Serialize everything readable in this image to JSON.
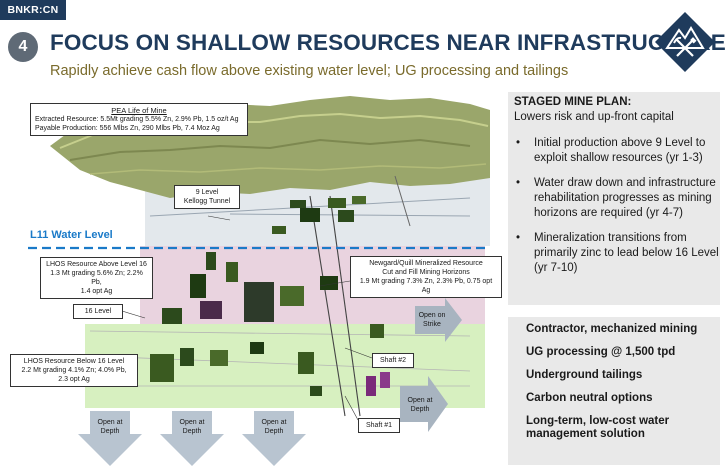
{
  "header": {
    "ticker": "BNKR:CN",
    "slide_number": "4",
    "title": "FOCUS ON SHALLOW RESOURCES NEAR INFRASTRUCTURE",
    "subtitle": "Rapidly achieve cash flow above existing water level; UG processing and tailings"
  },
  "diagram": {
    "pea_box": {
      "title": "PEA Life of Mine",
      "line1": "Extracted Resource: 5.5Mt grading 5.5% Zn, 2.9% Pb, 1.5 oz/t Ag",
      "line2": "Payable Production: 556 Mlbs Zn, 290 Mlbs Pb, 7.4 Moz Ag"
    },
    "kellogg_box": {
      "line1": "9 Level",
      "line2": "Kellogg Tunnel"
    },
    "water_level": "L11 Water Level",
    "lhos_above": {
      "line1": "LHOS Resource Above Level 16",
      "line2": "1.3 Mt grading 5.6% Zn; 2.2% Pb,",
      "line3": "1.4 opt Ag"
    },
    "newgard": {
      "line1": "Newgard/Quill Mineralized Resource",
      "line2": "Cut and Fill Mining Horizons",
      "line3": "1.9 Mt grading 7.3% Zn, 2.3% Pb, 0.75 opt Ag"
    },
    "level16": "16 Level",
    "lhos_below": {
      "line1": "LHOS Resource Below 16 Level",
      "line2": "2.2 Mt grading 4.1% Zn; 4.0% Pb,",
      "line3": "2.3 opt Ag"
    },
    "shaft2": "Shaft #2",
    "shaft1": "Shaft #1",
    "open_strike": {
      "line1": "Open on",
      "line2": "Strike"
    },
    "open_depth_right": {
      "line1": "Open at",
      "line2": "Depth"
    },
    "open_depth_arrows": [
      {
        "line1": "Open at",
        "line2": "Depth"
      },
      {
        "line1": "Open at",
        "line2": "Depth"
      },
      {
        "line1": "Open at",
        "line2": "Depth"
      }
    ]
  },
  "plan": {
    "heading": "STAGED MINE PLAN:",
    "subheading": "Lowers risk and up-front capital",
    "items": [
      "Initial production above 9 Level to exploit shallow resources (yr 1-3)",
      "Water draw down and infrastructure rehabilitation progresses as mining horizons are required (yr 4-7)",
      "Mineralization transitions from primarily zinc to lead below 16 Level (yr 7-10)"
    ]
  },
  "highlights": [
    "Contractor, mechanized mining",
    "UG processing @ 1,500 tpd",
    "Underground tailings",
    "Carbon neutral options",
    "Long-term, low-cost water management solution"
  ],
  "colors": {
    "navy": "#1f3b5c",
    "olive": "#7a6b2c",
    "water_blue": "#1a7ac8",
    "panel_gray": "#e9e9e9"
  }
}
